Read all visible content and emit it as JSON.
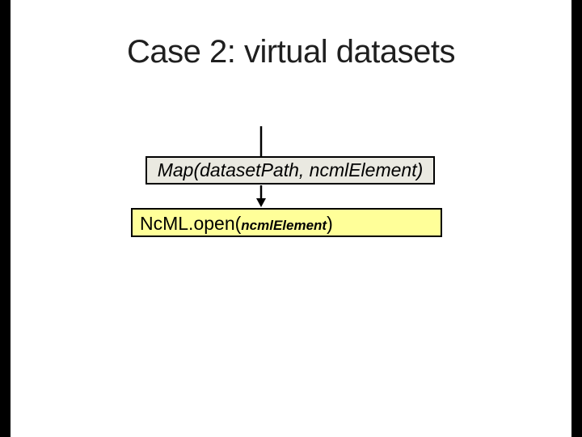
{
  "slide": {
    "title": "Case 2: virtual datasets",
    "flow": {
      "map_box_label": "Map(datasetPath, ncmlElement)",
      "open_box": {
        "prefix": "NcML.open(",
        "argument": "ncmlElement",
        "suffix": ")"
      },
      "connector_icon": "down-arrow"
    },
    "colors": {
      "background": "#FFFFFF",
      "letterbox": "#000000",
      "title_text": "#1F1F1F",
      "map_box_fill": "#EAE9E1",
      "open_box_fill": "#FFFF99",
      "box_border": "#000000",
      "connector": "#000000"
    }
  }
}
